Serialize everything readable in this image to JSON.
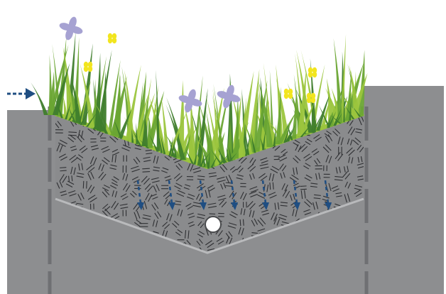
{
  "diagram": {
    "title": "",
    "labels": [],
    "components": [
      "inflow-arrow",
      "left-curb",
      "right-curb",
      "gravel-bed",
      "planting-soil-surface",
      "vegetation",
      "flowers",
      "infiltration-arrows",
      "underdrain-pipe"
    ],
    "infiltration_arrow_count": 7,
    "flower_types": [
      "lavender",
      "yellow"
    ]
  },
  "colors": {
    "sky": "#ffffff",
    "concrete": "#8d8e90",
    "concrete_joint": "#6f7073",
    "gravel": "#8a8b8d",
    "gravel_rim": "#b9babc",
    "gravel_mark": "#2f3033",
    "grass_light": "#9bc53d",
    "grass_mid": "#6aa533",
    "grass_dark": "#3f7d2c",
    "flower_lavender": "#a6a2d2",
    "flower_yellow": "#f2e51f",
    "arrow_blue": "#1f4e82",
    "pipe_fill": "#ffffff",
    "pipe_stroke": "#4a4b4d"
  },
  "icons": {
    "inflow": "dashed-right-arrow",
    "infiltration": "dashed-down-arrow",
    "pipe": "circle"
  }
}
